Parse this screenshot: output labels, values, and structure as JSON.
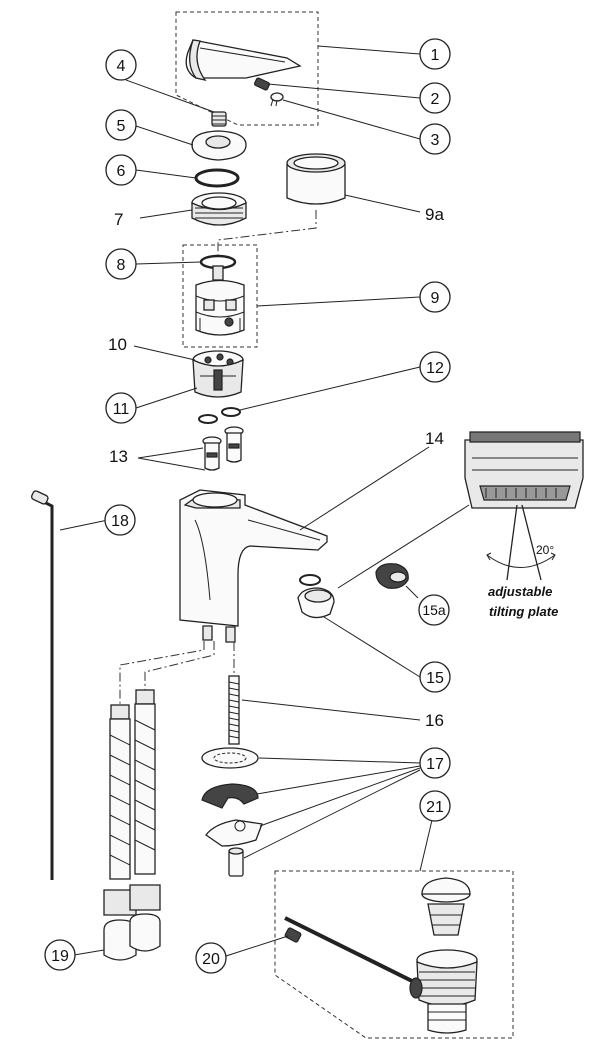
{
  "callouts": [
    {
      "id": "c1",
      "label": "1"
    },
    {
      "id": "c2",
      "label": "2"
    },
    {
      "id": "c3",
      "label": "3"
    },
    {
      "id": "c4",
      "label": "4"
    },
    {
      "id": "c5",
      "label": "5"
    },
    {
      "id": "c6",
      "label": "6"
    },
    {
      "id": "c8",
      "label": "8"
    },
    {
      "id": "c9",
      "label": "9"
    },
    {
      "id": "c11",
      "label": "11"
    },
    {
      "id": "c12",
      "label": "12"
    },
    {
      "id": "c15",
      "label": "15"
    },
    {
      "id": "c15a",
      "label": "15a"
    },
    {
      "id": "c17",
      "label": "17"
    },
    {
      "id": "c18",
      "label": "18"
    },
    {
      "id": "c19",
      "label": "19"
    },
    {
      "id": "c20",
      "label": "20"
    },
    {
      "id": "c21",
      "label": "21"
    }
  ],
  "plain_labels": {
    "l7": "7",
    "l9a": "9a",
    "l10": "10",
    "l13": "13",
    "l14": "14",
    "l16": "16"
  },
  "inset": {
    "angle": "20°",
    "note_line1": "adjustable",
    "note_line2": "tilting plate"
  }
}
